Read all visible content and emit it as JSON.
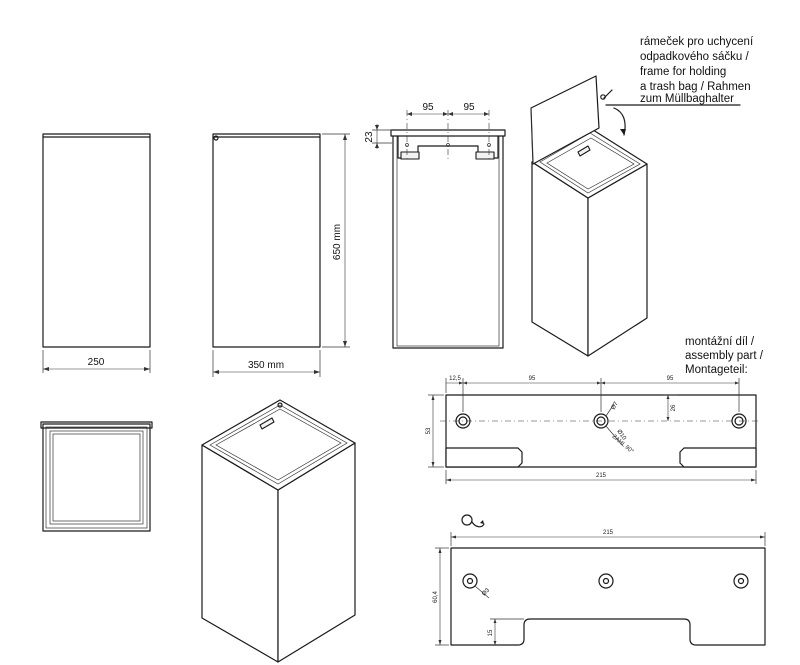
{
  "views": {
    "front": {
      "width_label": "250"
    },
    "side": {
      "width_label": "350 mm",
      "height_label": "650 mm"
    },
    "section": {
      "dim_left": "95",
      "dim_right": "95",
      "dim_frame": "23"
    }
  },
  "annotations": {
    "frame_note": [
      "rámeček pro uchycení",
      "odpadkového sáčku /",
      "frame for holding",
      "a trash bag / Rahmen",
      "zum Müllbaghalter"
    ],
    "assembly_note": [
      "montážní díl /",
      "assembly part /",
      "Montageteil:"
    ]
  },
  "assembly_top": {
    "dim_offset": "12,5",
    "dim_pitch_1": "95",
    "dim_pitch_2": "95",
    "dim_length": "215",
    "dim_height": "53",
    "dim_hole_y": "26",
    "hole_diameter": "Ø7",
    "countersink": "Ø10",
    "countersink_angle": "ZAHL 90°"
  },
  "assembly_bottom": {
    "dim_length": "215",
    "dim_height": "60,4",
    "dim_slot": "15",
    "hole_diameter": "Ø3"
  },
  "colors": {
    "line": "#1a1a1a",
    "background": "#ffffff"
  }
}
